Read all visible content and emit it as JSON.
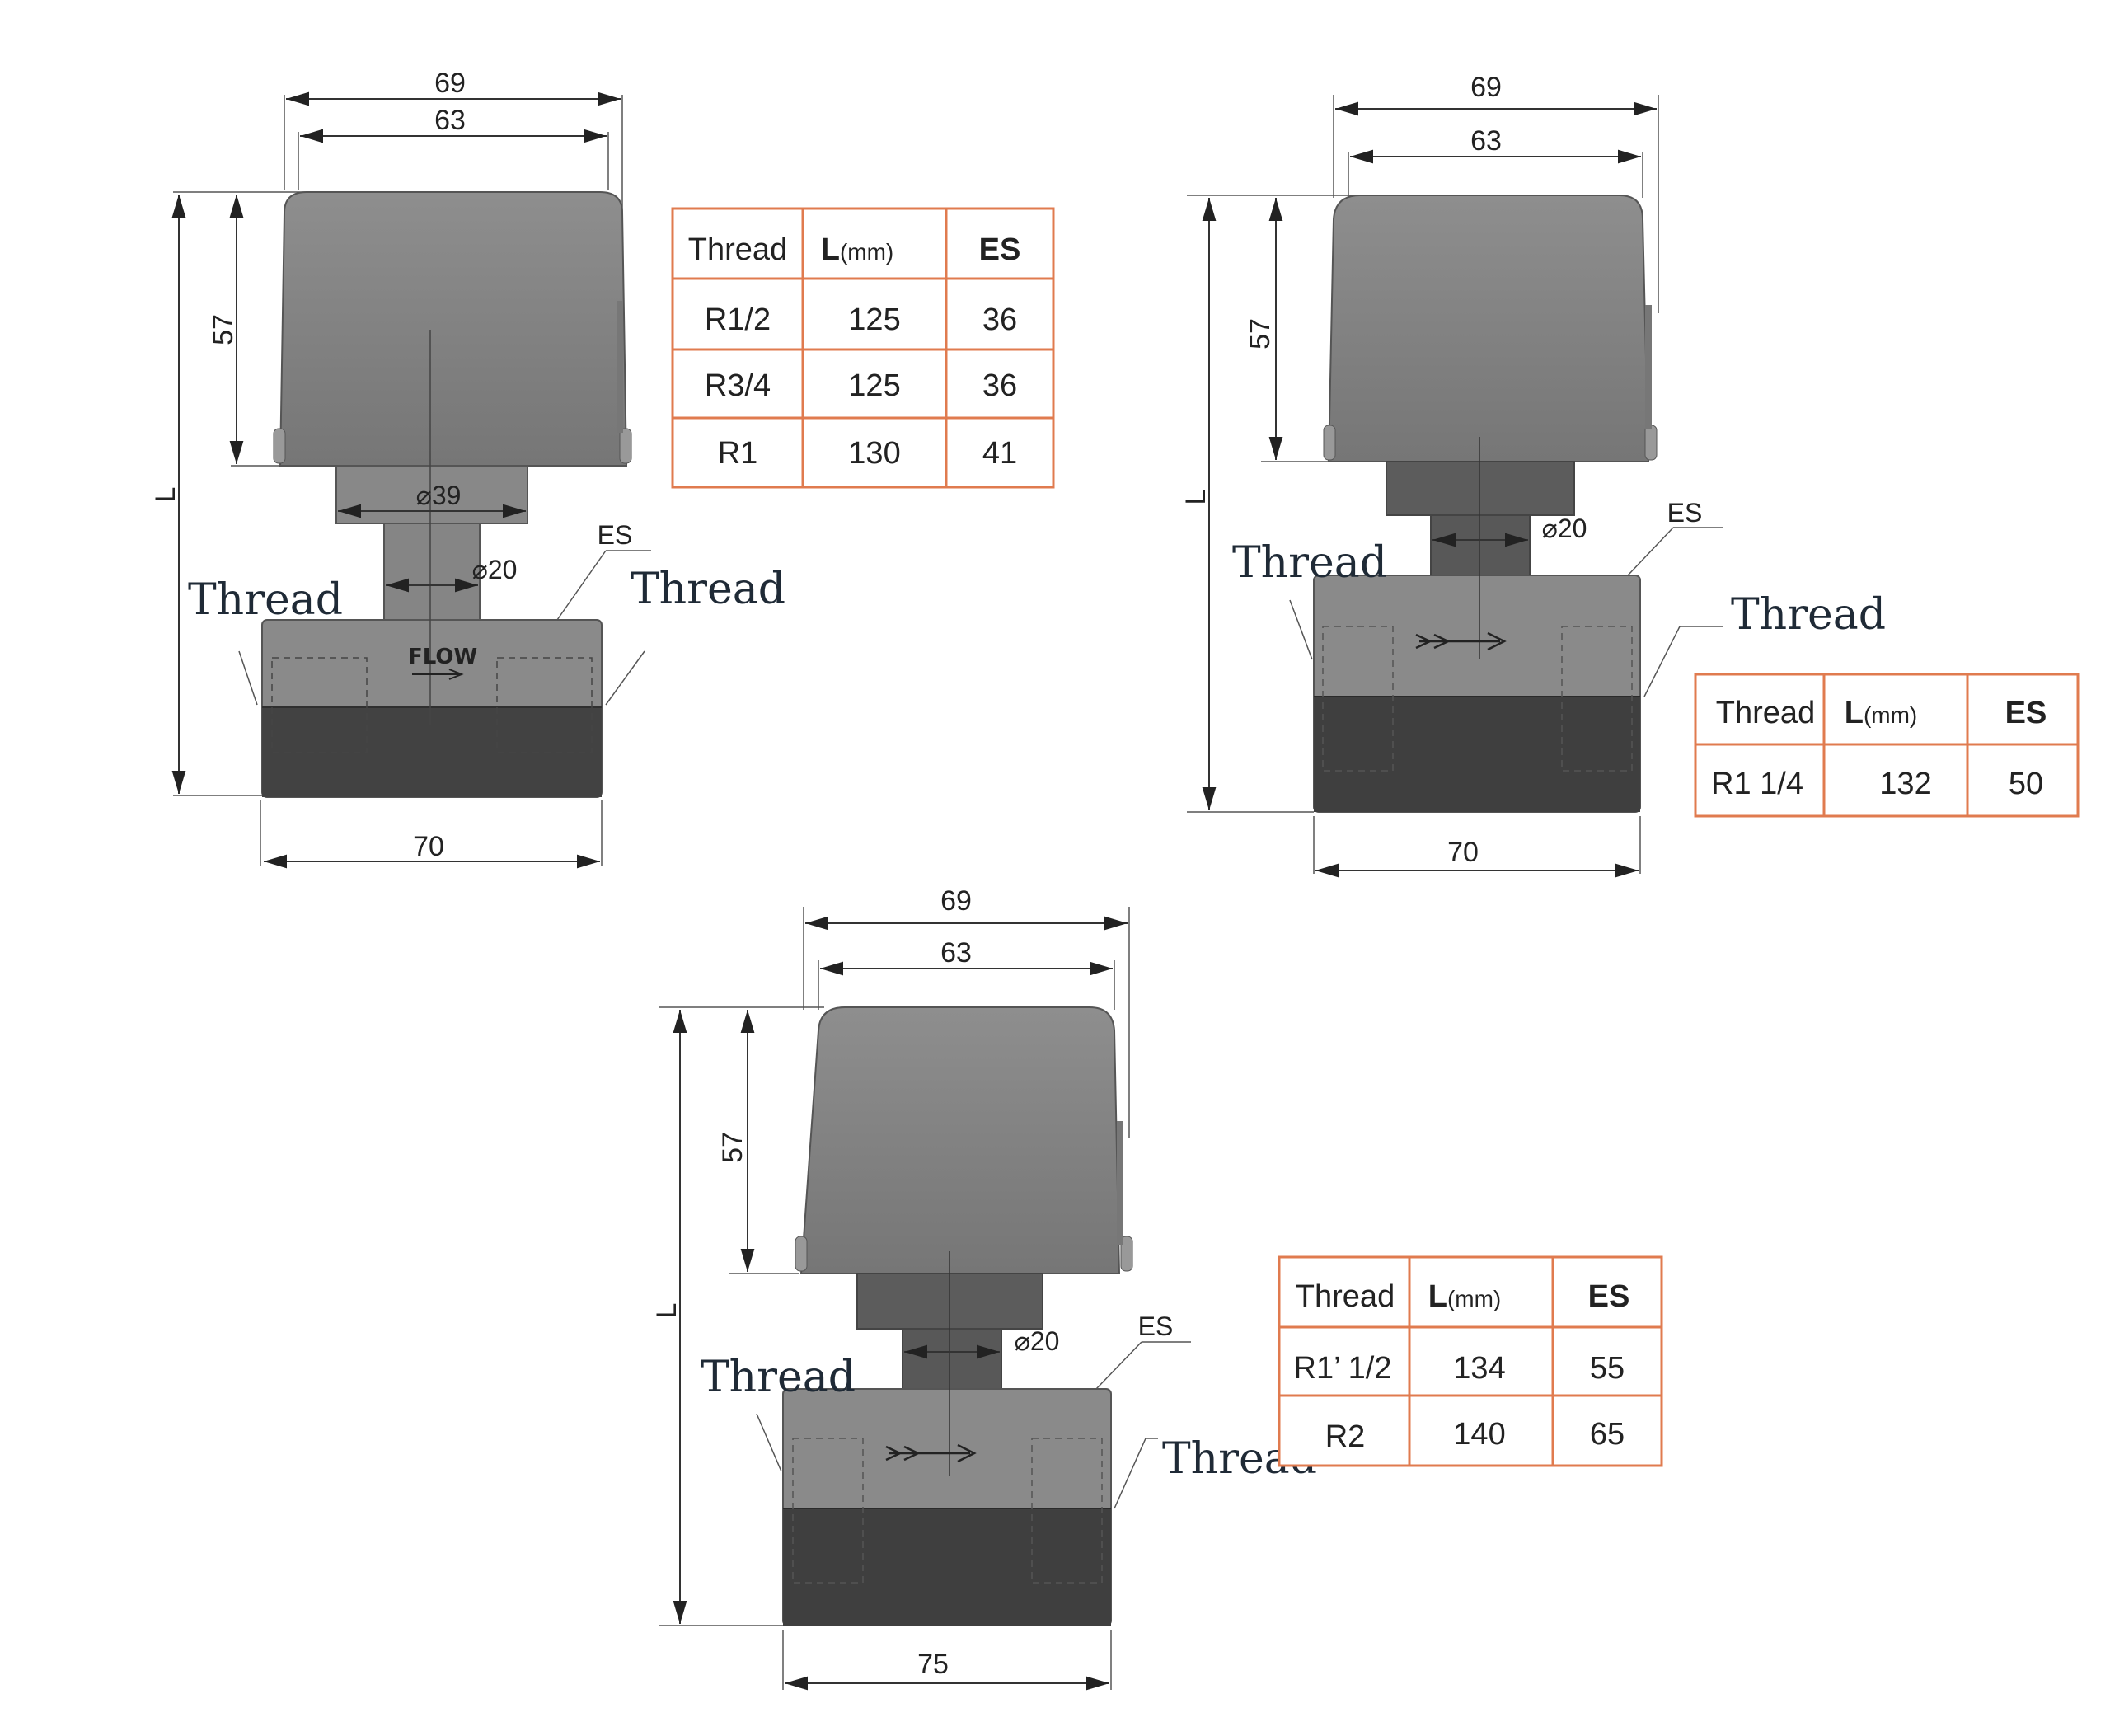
{
  "labels": {
    "d69": "69",
    "d63": "63",
    "d57": "57",
    "dL": "L",
    "d39": "⌀39",
    "d20": "⌀20",
    "es": "ES",
    "thread": "Thread",
    "flow": "FLOW",
    "d70": "70",
    "d75": "75"
  },
  "colors": {
    "cap_light": "#8a8a8a",
    "cap_dark": "#6f6f6f",
    "stem": "#7d7d7d",
    "body_light": "#8b8b8b",
    "body_dark": "#3f3f3f",
    "table_border": "#e07b4f"
  },
  "table1": {
    "headers": [
      "Thread",
      "L",
      "(mm)",
      "ES"
    ],
    "rows": [
      [
        "R1/2",
        "125",
        "36"
      ],
      [
        "R3/4",
        "125",
        "36"
      ],
      [
        "R1",
        "130",
        "41"
      ]
    ]
  },
  "table2": {
    "headers": [
      "Thread",
      "L",
      "(mm)",
      "ES"
    ],
    "rows": [
      [
        "R1 1/4",
        "132",
        "50"
      ]
    ]
  },
  "table3": {
    "headers": [
      "Thread",
      "L",
      "(mm)",
      "ES"
    ],
    "rows": [
      [
        "R1’ 1/2",
        "134",
        "55"
      ],
      [
        "R2",
        "140",
        "65"
      ]
    ]
  }
}
